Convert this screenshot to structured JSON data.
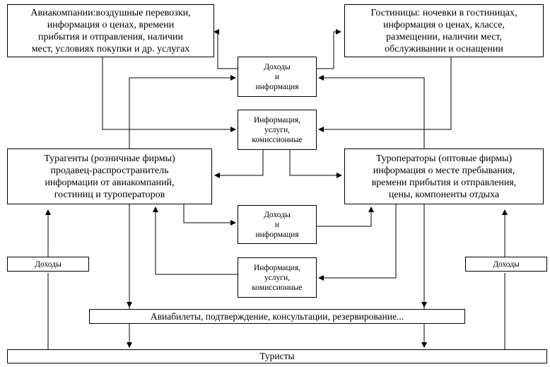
{
  "nodes": {
    "airlines": "Авиакомпании:воздушные перевозки,\nинформация о ценах, времени\nприбытия и отправления, наличии\nмест, условиях покупки и др. услугах",
    "hotels": "Гостиницы: ночевки в гостиницах,\nинформация о ценах,  классе,\nразмещении, наличии мест,\nобслуживании и оснащении",
    "income_info_top": "Доходы\nи\nинформация",
    "info_services_top": "Информация,\nуслуги,\nкомиссионные",
    "travel_agents": "Турагенты (розничные фирмы)\nпродавец-распространитель\nинформации от авиакомпаний,\nгостиниц и туроператоров",
    "tour_operators": "Туроператоры (оптовые фирмы)\nинформация о месте пребывания,\nвремени прибытия и отправления,\nцены, компоненты отдыха",
    "income_info_bottom": "Доходы\nи\nинформация",
    "info_services_bottom": "Информация,\nуслуги,\nкомиссионные",
    "income_left": "Доходы",
    "income_right": "Доходы",
    "tickets": "Авиабилеты, подтверждение, консультации, резервирование...",
    "tourists": "Туристы"
  },
  "colors": {
    "line": "#000000",
    "box_fill": "#ffffff"
  }
}
